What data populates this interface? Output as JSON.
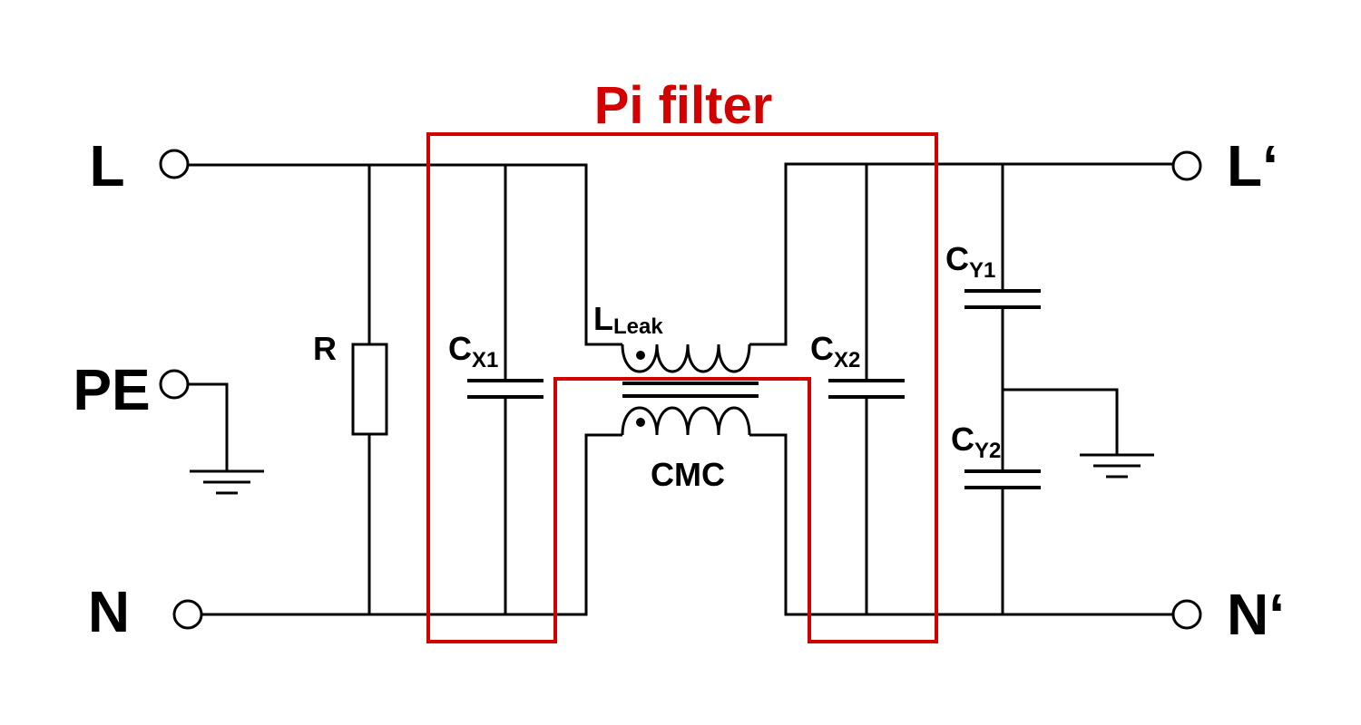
{
  "diagram": {
    "title": "Pi filter",
    "accent_color": "#d40000",
    "terminals": {
      "L": "L",
      "PE": "PE",
      "N": "N",
      "L_out": "L‘",
      "N_out": "N‘"
    },
    "components": {
      "R": {
        "main": "R"
      },
      "CX1": {
        "main": "C",
        "sub": "X1"
      },
      "CX2": {
        "main": "C",
        "sub": "X2"
      },
      "CY1": {
        "main": "C",
        "sub": "Y1"
      },
      "CY2": {
        "main": "C",
        "sub": "Y2"
      },
      "LLeak": {
        "main": "L",
        "sub": "Leak"
      },
      "CMC": {
        "main": "CMC"
      }
    }
  }
}
